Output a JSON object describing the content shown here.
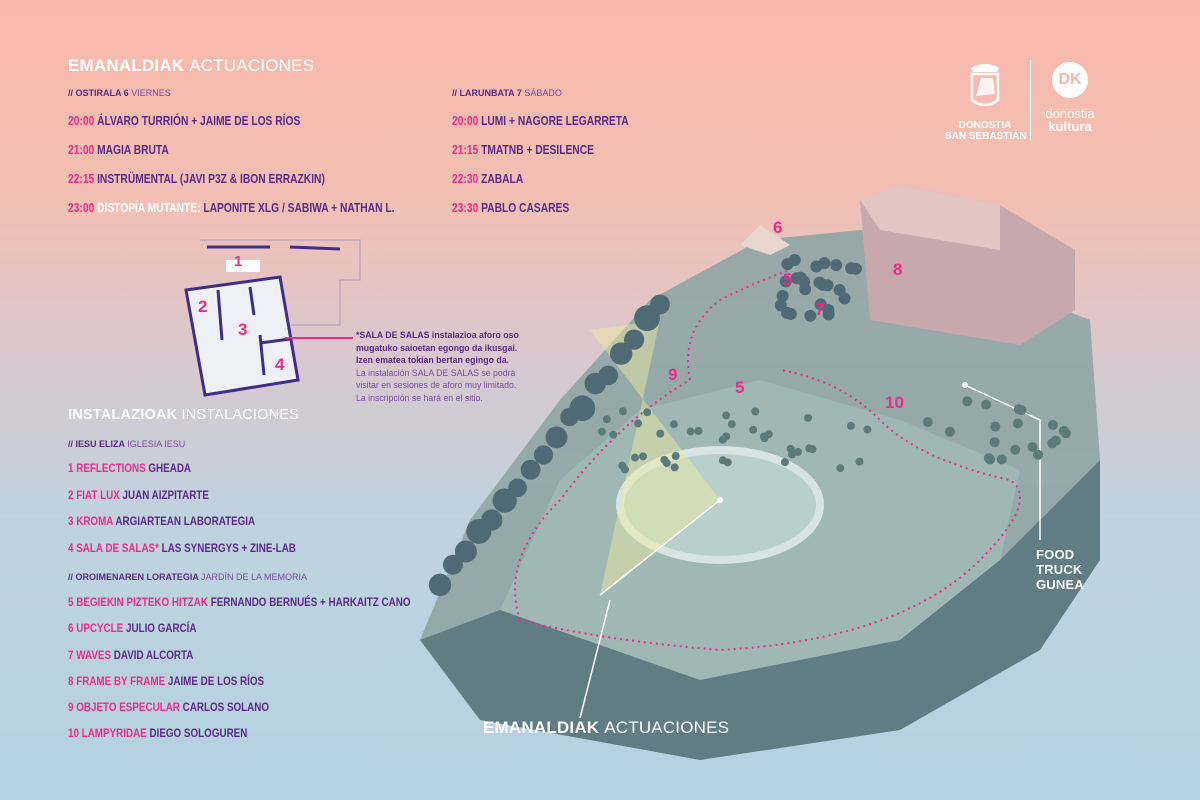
{
  "performances": {
    "title_eu": "EMANALDIAK",
    "title_es": "ACTUACIONES",
    "friday": {
      "label_eu": "// OSTIRALA 6",
      "label_es": "VIERNES",
      "items": [
        {
          "time": "20:00",
          "name": "ÁLVARO TURRIÓN + JAIME DE LOS RÍOS"
        },
        {
          "time": "21:00",
          "name": "MAGIA BRUTA"
        },
        {
          "time": "22:15",
          "name": "INSTRÜMENTAL (JAVI P3Z & IBON ERRAZKIN)"
        },
        {
          "time": "23:00",
          "highlight": "DISTOPÍA MUTANTE:",
          "name": "LAPONITE XLG / SABIWA + NATHAN L."
        }
      ]
    },
    "saturday": {
      "label_eu": "// LARUNBATA 7",
      "label_es": "SÁBADO",
      "items": [
        {
          "time": "20:00",
          "name": "LUMI + NAGORE LEGARRETA"
        },
        {
          "time": "21:15",
          "name": "TMATNB + DESILENCE"
        },
        {
          "time": "22:30",
          "name": "ZABALA"
        },
        {
          "time": "23:30",
          "name": "PABLO CASARES"
        }
      ]
    }
  },
  "floorplan": {
    "rooms": [
      "1",
      "2",
      "3",
      "4"
    ],
    "note_eu_1": "*SALA DE SALAS instalazioa aforo oso",
    "note_eu_2": "mugatuko saioetan egongo da ikusgai.",
    "note_eu_3": "Izen ematea tokian bertan egingo da.",
    "note_es_1": "La instalación SALA DE SALAS se podrá",
    "note_es_2": "visitar en sesiones de aforo muy limitado.",
    "note_es_3": "La inscripción se hará en el sitio."
  },
  "installations": {
    "title_eu": "INSTALAZIOAK",
    "title_es": "INSTALACIONES",
    "group1": {
      "label_eu": "// IESU ELIZA",
      "label_es": "IGLESIA IESU"
    },
    "group2": {
      "label_eu": "// OROIMENAREN LORATEGIA",
      "label_es": "JARDÍN DE LA MEMORIA"
    },
    "items": [
      {
        "work": "1 REFLECTIONS",
        "artist": "GHEADA"
      },
      {
        "work": "2 FIAT LUX",
        "artist": "JUAN AIZPITARTE"
      },
      {
        "work": "3 KROMA",
        "artist": "ARGIARTEAN LABORATEGIA"
      },
      {
        "work": "4 SALA DE SALAS*",
        "artist": "LAS SYNERGYS + ZINE-LAB"
      },
      {
        "work": "5 BEGIEKIN PIZTEKO HITZAK",
        "artist": "FERNANDO BERNUÉS + HARKAITZ CANO"
      },
      {
        "work": "6 UPCYCLE",
        "artist": "JULIO GARCÍA"
      },
      {
        "work": "7 WAVES",
        "artist": "DAVID ALCORTA"
      },
      {
        "work": "8 FRAME BY FRAME",
        "artist": "JAIME DE LOS RÍOS"
      },
      {
        "work": "9 OBJETO ESPECULAR",
        "artist": "CARLOS SOLANO"
      },
      {
        "work": "10 LAMPYRIDAE",
        "artist": "DIEGO SOLOGUREN"
      }
    ]
  },
  "map": {
    "markers": [
      "6",
      "5",
      "7",
      "8",
      "9",
      "5",
      "10"
    ],
    "food_truck_1": "FOOD",
    "food_truck_2": "TRUCK",
    "food_truck_3": "GUNEA",
    "stage_eu": "EMANALDIAK",
    "stage_es": "ACTUACIONES"
  },
  "logos": {
    "city_1": "DONOSTIA",
    "city_2": "SAN SEBASTIÁN",
    "dk_mark": "DK",
    "dk_1": "donostia",
    "dk_2": "kultura"
  },
  "colors": {
    "pink": "#ec2a8a",
    "purple": "#5b2a88"
  }
}
